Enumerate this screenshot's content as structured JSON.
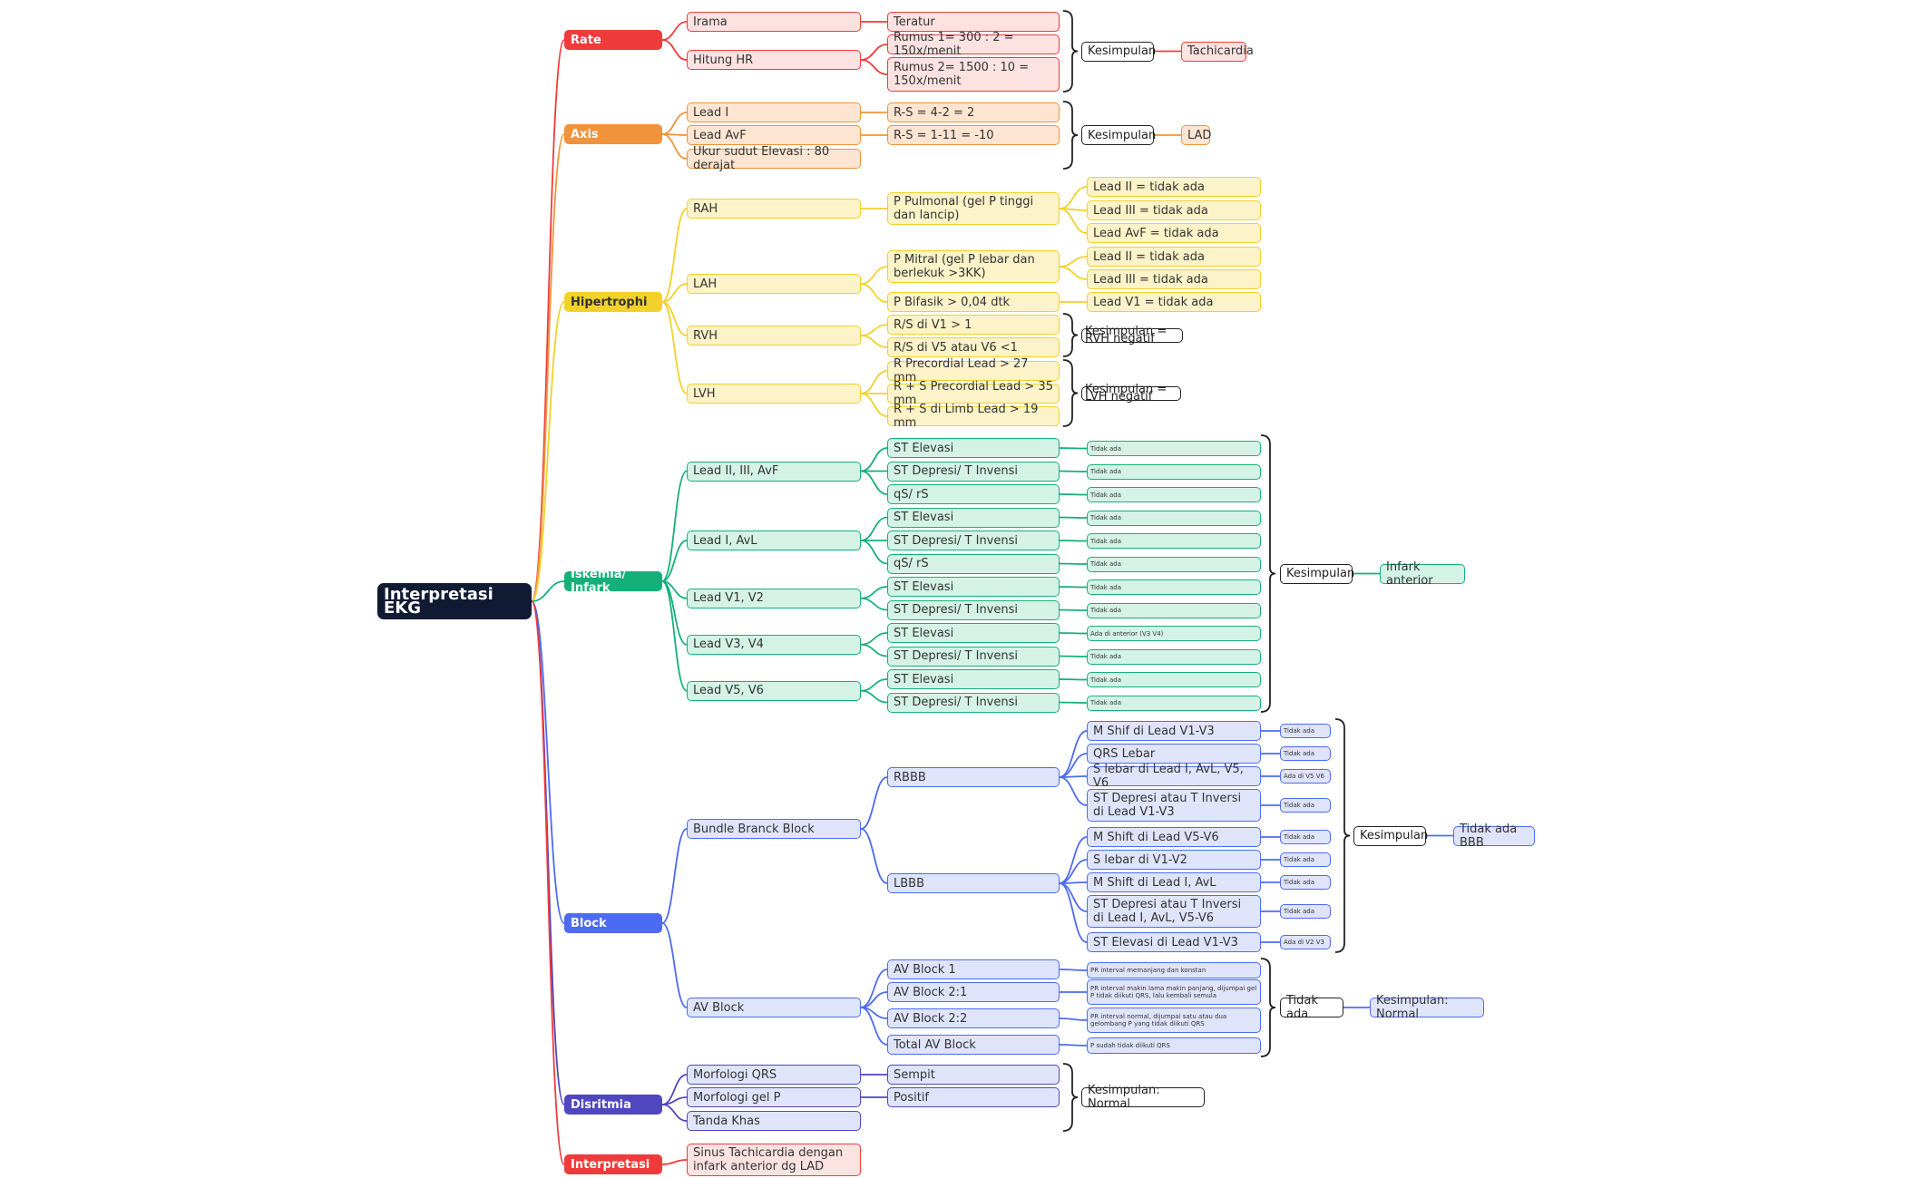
{
  "root": {
    "label": "Interpretasi EKG"
  },
  "colors": {
    "rate": "#ef3b3b",
    "axis": "#f0933b",
    "hipertrophi": "#f2d12a",
    "iskemia": "#14b07a",
    "block": "#4d6bf0",
    "disritmia": "#5046c0",
    "interpretasi": "#ef3b3b",
    "fill_rate": "#fde2e2",
    "fill_axis": "#fde5d2",
    "fill_hip": "#fcf3c8",
    "fill_isk": "#d4f3e6",
    "fill_block": "#dfe4fb"
  },
  "branches": {
    "rate": {
      "label": "Rate",
      "irama": "Irama",
      "teratur": "Teratur",
      "hitung_hr": "Hitung HR",
      "rumus1": "Rumus 1= 300 : 2 = 150x/menit",
      "rumus2": "Rumus 2= 1500 : 10 = 150x/menit",
      "kesimpulan": "Kesimpulan",
      "hasil": "Tachicardia"
    },
    "axis": {
      "label": "Axis",
      "lead_i": "Lead I",
      "lead_i_val": "R-S = 4-2 = 2",
      "lead_avf": "Lead AvF",
      "lead_avf_val": "R-S = 1-11 = -10",
      "sudut": "Ukur sudut Elevasi : 80 derajat",
      "kesimpulan": "Kesimpulan",
      "hasil": "LAD"
    },
    "hipertrophi": {
      "label": "Hipertrophi",
      "rah": "RAH",
      "rah_p": "P Pulmonal (gel P tinggi dan lancip)",
      "rah_l2": "Lead II = tidak ada",
      "rah_l3": "Lead III = tidak ada",
      "rah_lavf": "Lead AvF = tidak ada",
      "lah": "LAH",
      "lah_p": "P Mitral (gel P lebar dan berlekuk >3KK)",
      "lah_l2": "Lead II = tidak ada",
      "lah_l3": "Lead III = tidak ada",
      "lah_bifasik": "P Bifasik > 0,04 dtk",
      "lah_v1": "Lead V1 = tidak ada",
      "rvh": "RVH",
      "rvh_1": "R/S di V1 > 1",
      "rvh_2": "R/S di V5 atau V6 <1",
      "rvh_kes": "Kesimpulan = RVH negatif",
      "lvh": "LVH",
      "lvh_1": "R Precordial Lead > 27 mm",
      "lvh_2": "R + S Precordial Lead > 35 mm",
      "lvh_3": "R + S di Limb Lead > 19 mm",
      "lvh_kes": "Kesimpulan = LVH negatif"
    },
    "iskemia": {
      "label": "Iskemia/ Infark",
      "groups": [
        {
          "lead": "Lead II, III, AvF",
          "items": [
            {
              "label": "ST Elevasi",
              "val": "Tidak ada"
            },
            {
              "label": "ST Depresi/ T Invensi",
              "val": "Tidak ada"
            },
            {
              "label": "qS/ rS",
              "val": "Tidak ada"
            }
          ]
        },
        {
          "lead": "Lead I, AvL",
          "items": [
            {
              "label": "ST Elevasi",
              "val": "Tidak ada"
            },
            {
              "label": "ST Depresi/ T Invensi",
              "val": "Tidak ada"
            },
            {
              "label": "qS/ rS",
              "val": "Tidak ada"
            }
          ]
        },
        {
          "lead": "Lead V1, V2",
          "items": [
            {
              "label": "ST Elevasi",
              "val": "Tidak ada"
            },
            {
              "label": "ST Depresi/ T Invensi",
              "val": "Tidak ada"
            }
          ]
        },
        {
          "lead": "Lead V3, V4",
          "items": [
            {
              "label": "ST Elevasi",
              "val": "Ada di anterior (V3 V4)"
            },
            {
              "label": "ST Depresi/ T Invensi",
              "val": "Tidak ada"
            }
          ]
        },
        {
          "lead": "Lead V5, V6",
          "items": [
            {
              "label": "ST Elevasi",
              "val": "Tidak ada"
            },
            {
              "label": "ST Depresi/ T Invensi",
              "val": "Tidak ada"
            }
          ]
        }
      ],
      "kesimpulan": "Kesimpulan",
      "hasil": "Infark anterior"
    },
    "block": {
      "label": "Block",
      "bbb": "Bundle Branck Block",
      "rbbb": "RBBB",
      "rbbb_items": [
        {
          "label": "M Shif di Lead V1-V3",
          "val": "Tidak ada"
        },
        {
          "label": "QRS Lebar",
          "val": "Tidak ada"
        },
        {
          "label": "S lebar di Lead I, AvL, V5, V6",
          "val": "Ada di V5 V6"
        },
        {
          "label": "ST Depresi atau T Inversi di Lead V1-V3",
          "val": "Tidak ada"
        }
      ],
      "lbbb": "LBBB",
      "lbbb_items": [
        {
          "label": "M Shift di Lead V5-V6",
          "val": "Tidak ada"
        },
        {
          "label": "S lebar di V1-V2",
          "val": "Tidak ada"
        },
        {
          "label": "M Shift di Lead I, AvL",
          "val": "Tidak ada"
        },
        {
          "label": "ST Depresi atau T Inversi di Lead I, AvL, V5-V6",
          "val": "Tidak ada"
        },
        {
          "label": "ST Elevasi di Lead V1-V3",
          "val": "Ada di V2 V3"
        }
      ],
      "bbb_kes": "Kesimpulan",
      "bbb_hasil": "Tidak ada BBB",
      "av": "AV Block",
      "av_items": [
        {
          "label": "AV Block 1",
          "val": "PR interval memanjang dan konstan"
        },
        {
          "label": "AV Block 2:1",
          "val": "PR interval makin lama makin panjang, dijumpai gel P tidak diikuti QRS, lalu kembali semula"
        },
        {
          "label": "AV Block 2:2",
          "val": "PR interval normal, dijumpai satu atau dua gelombang P yang tidak diikuti QRS"
        },
        {
          "label": "Total AV Block",
          "val": "P sudah tidak diikuti QRS"
        }
      ],
      "av_kes": "Tidak ada",
      "av_hasil": "Kesimpulan: Normal"
    },
    "disritmia": {
      "label": "Disritmia",
      "qrs": "Morfologi QRS",
      "qrs_val": "Sempit",
      "p": "Morfologi gel P",
      "p_val": "Positif",
      "tanda": "Tanda Khas",
      "kesimpulan": "Kesimpulan: Normal"
    },
    "interpretasi": {
      "label": "Interpretasi",
      "text": "Sinus Tachicardia dengan infark anterior dg LAD"
    }
  }
}
